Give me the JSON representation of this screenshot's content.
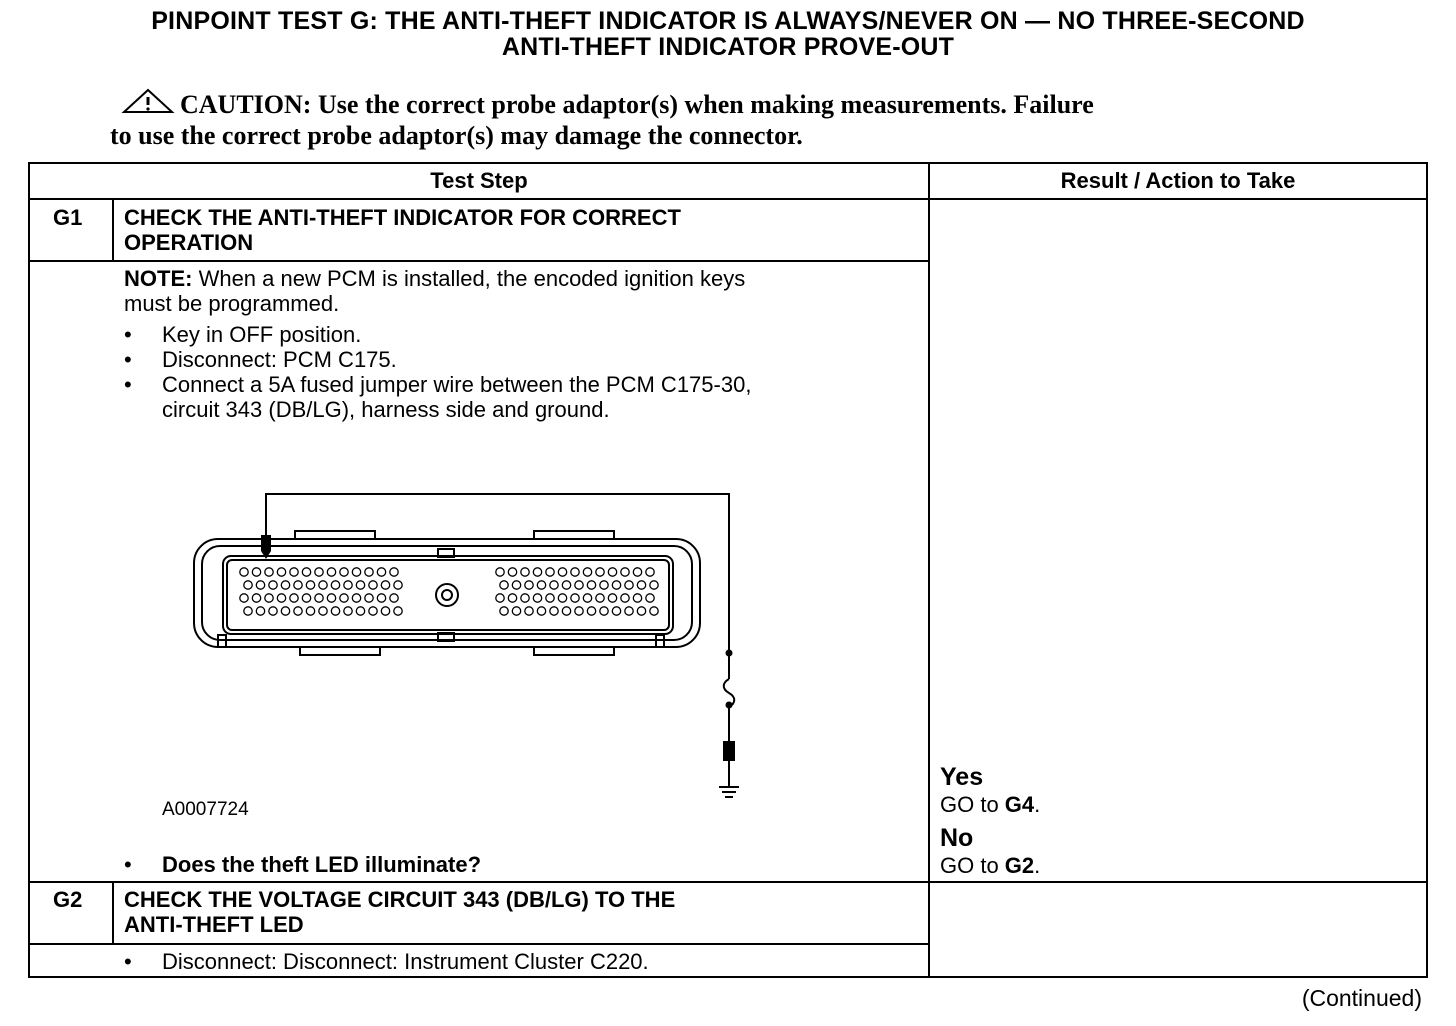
{
  "title": {
    "line1": "PINPOINT TEST  G: THE ANTI-THEFT INDICATOR IS ALWAYS/NEVER ON — NO THREE-SECOND",
    "line2": "ANTI-THEFT INDICATOR PROVE-OUT"
  },
  "caution": {
    "icon": "warning-triangle-icon",
    "line1": "CAUTION: Use the correct probe adaptor(s) when making measurements. Failure",
    "line2": "to use the correct probe adaptor(s) may damage the connector."
  },
  "table": {
    "headers": {
      "test_step": "Test Step",
      "result": "Result / Action to Take"
    },
    "g1": {
      "number": "G1",
      "title_line1": "CHECK THE ANTI-THEFT INDICATOR FOR CORRECT",
      "title_line2": "OPERATION",
      "note_label": "NOTE:",
      "note_line1": " When a new PCM is installed, the encoded ignition keys",
      "note_line2": "must be programmed.",
      "bullets": [
        "Key in OFF position.",
        "Disconnect: PCM C175.",
        "Connect a 5A fused jumper wire between the PCM C175-30,"
      ],
      "bullet3_line2": "circuit 343 (DB/LG), harness side and ground.",
      "figure_id": "A0007724",
      "question": "Does the theft LED illuminate?",
      "results": [
        {
          "label": "Yes",
          "go_to": "GO to ",
          "target": "G4",
          "end": "."
        },
        {
          "label": "No",
          "go_to": "GO to ",
          "target": "G2",
          "end": "."
        }
      ]
    },
    "g2": {
      "number": "G2",
      "title_line1": "CHECK THE VOLTAGE CIRCUIT 343 (DB/LG) TO THE",
      "title_line2": "ANTI-THEFT LED",
      "bullets": [
        "Disconnect: Disconnect: Instrument Cluster C220."
      ]
    }
  },
  "bullet_char": "•",
  "continued": "(Continued)"
}
